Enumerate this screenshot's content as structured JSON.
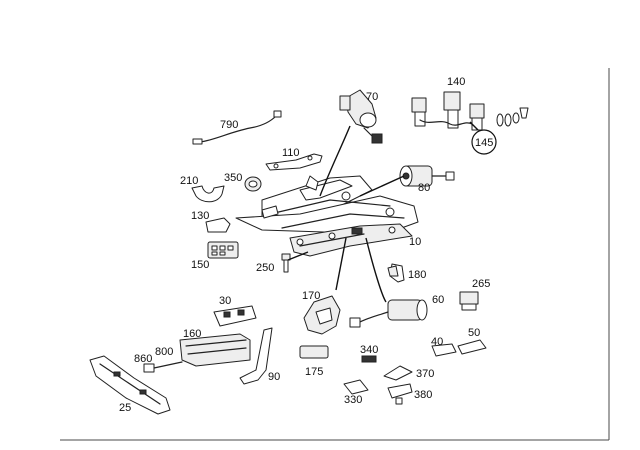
{
  "diagram": {
    "labels": {
      "p790": "790",
      "p70": "70",
      "p140": "140",
      "p145": "145",
      "p110": "110",
      "p210": "210",
      "p350": "350",
      "p80": "80",
      "p130": "130",
      "p10": "10",
      "p150": "150",
      "p250": "250",
      "p180": "180",
      "p265": "265",
      "p170": "170",
      "p60": "60",
      "p30": "30",
      "p160": "160",
      "p40": "40",
      "p50": "50",
      "p860": "860",
      "p800": "800",
      "p340": "340",
      "p90": "90",
      "p175": "175",
      "p370": "370",
      "p25": "25",
      "p330": "330",
      "p380": "380"
    },
    "colors": {
      "ink": "#222222",
      "background": "#ffffff",
      "frame": "#4a4a4a"
    }
  }
}
